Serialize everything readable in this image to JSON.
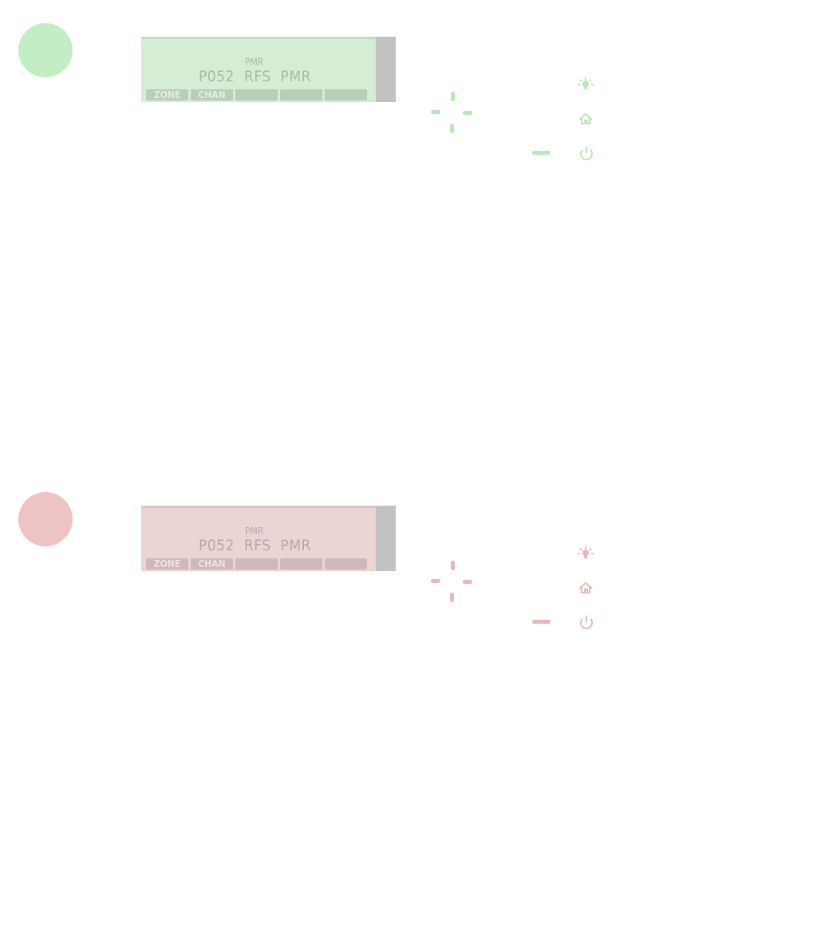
{
  "panels": [
    {
      "state": "green",
      "circle_color": "#c3edc3",
      "lcd_color": "#d4edd4",
      "accent": "#b8e8b8",
      "lcd": {
        "top_label": "PMR",
        "main_line": "P052 RFS PMR",
        "softkeys": [
          "ZONE",
          "CHAN",
          "",
          "",
          ""
        ]
      },
      "icons": [
        "light-icon",
        "home-icon",
        "power-icon"
      ]
    },
    {
      "state": "red",
      "circle_color": "#edc3c3",
      "lcd_color": "#edd4d4",
      "accent": "#e8b8b8",
      "lcd": {
        "top_label": "PMR",
        "main_line": "P052 RFS PMR",
        "softkeys": [
          "ZONE",
          "CHAN",
          "",
          "",
          ""
        ]
      },
      "icons": [
        "light-icon",
        "home-icon",
        "power-icon"
      ]
    }
  ]
}
